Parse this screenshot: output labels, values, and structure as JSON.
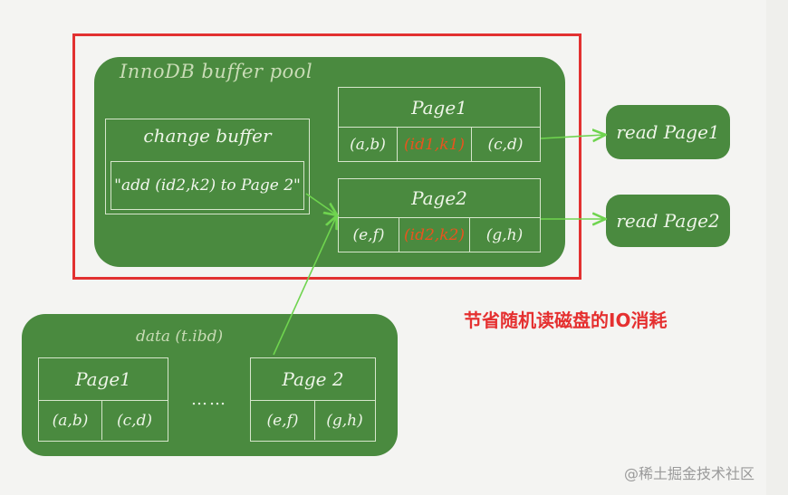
{
  "buffer_pool": {
    "title": "InnoDB buffer pool",
    "change_buffer": {
      "title": "change buffer",
      "entry": "\"add (id2,k2) to Page 2\""
    },
    "pages": [
      {
        "name": "Page1",
        "cells": [
          "(a,b)",
          "(id1,k1)",
          "(c,d)"
        ],
        "highlight_index": 1
      },
      {
        "name": "Page2",
        "cells": [
          "(e,f)",
          "(id2,k2)",
          "(g,h)"
        ],
        "highlight_index": 1
      }
    ]
  },
  "reads": [
    "read Page1",
    "read Page2"
  ],
  "data_file": {
    "title": "data (t.ibd)",
    "pages": [
      {
        "name": "Page1",
        "cells": [
          "(a,b)",
          "(c,d)"
        ]
      },
      {
        "name": "Page 2",
        "cells": [
          "(e,f)",
          "(g,h)"
        ]
      }
    ],
    "ellipsis": "……"
  },
  "annotation": "节省随机读磁盘的IO消耗",
  "watermark": "@稀土掘金技术社区",
  "colors": {
    "green_box": "#4a8a3f",
    "frame_red": "#e23131",
    "highlight_orange": "#e8541e",
    "arrow_green": "#6fd44f",
    "note_red": "#e53030"
  }
}
